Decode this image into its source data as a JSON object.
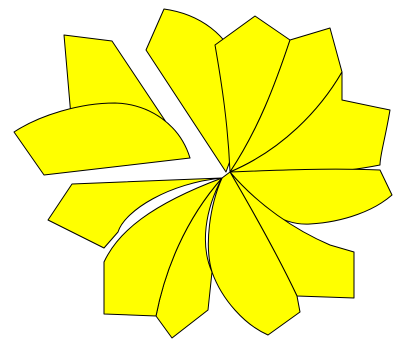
{
  "figure": {
    "fill_color": "#ffff00",
    "stroke_color": "#000000",
    "background": "#ffffff",
    "petals": [
      {
        "id": "petal-upper-left"
      },
      {
        "id": "petal-left"
      },
      {
        "id": "petal-top"
      },
      {
        "id": "petal-top-right"
      },
      {
        "id": "petal-upper-right"
      },
      {
        "id": "petal-right"
      },
      {
        "id": "petal-right-lower"
      },
      {
        "id": "petal-bottom-right"
      },
      {
        "id": "petal-bottom"
      },
      {
        "id": "petal-bottom-left"
      },
      {
        "id": "petal-lower-left"
      },
      {
        "id": "petal-far-left-lower"
      }
    ]
  }
}
